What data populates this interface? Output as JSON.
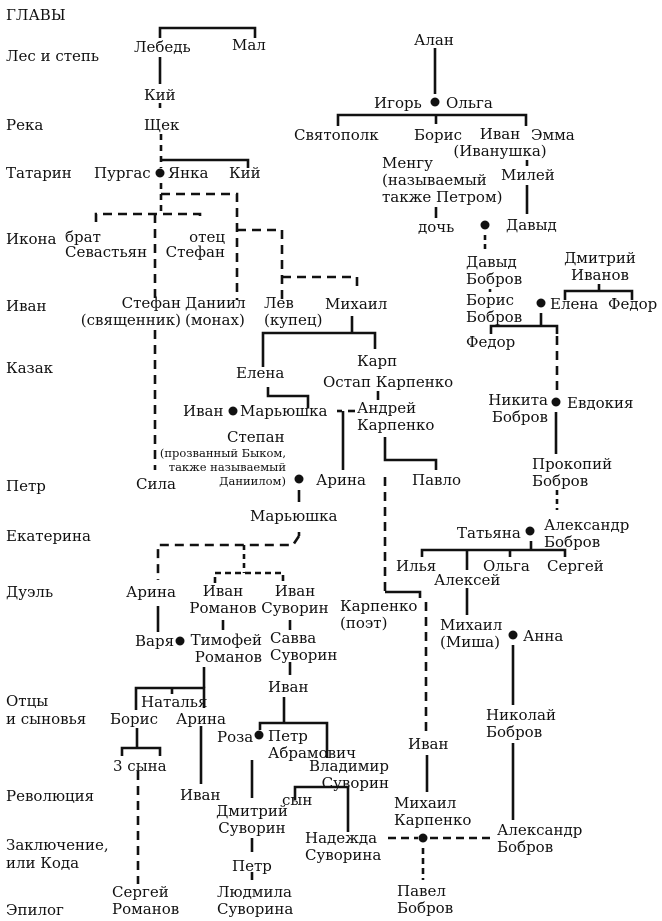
{
  "header": "ГЛАВЫ",
  "chapters": [
    "Лес и степь",
    "Река",
    "Татарин",
    "Икона",
    "Иван",
    "Казак",
    "Петр",
    "Екатерина",
    "Дуэль",
    "Отцы\nи сыновья",
    "Революция",
    "Заключение,\nили Кода",
    "Эпилог"
  ],
  "people": {
    "lebed": "Лебедь",
    "mal": "Мал",
    "kiy1": "Кий",
    "shchek": "Щек",
    "purgas": "Пургас",
    "yanka": "Янка",
    "kiy2": "Кий",
    "brat_sevastyan": "брат\nСевастьян",
    "otets_stefan": "отец\nСтефан",
    "stefan_priest": "Стефан\n(священник)",
    "daniil_monk": "Даниил\n(монах)",
    "lev_merchant": "Лев\n(купец)",
    "mikhail": "Михаил",
    "elena1": "Елена",
    "karp": "Карп",
    "ostap": "Остап Карпенко",
    "ivan1": "Иван",
    "maryushka1": "Марьюшка",
    "andrey": "Андрей\nКарпенко",
    "stepan": "Степан",
    "stepan_note": "(прозванный Быком,\nтакже называемый\nДаниилом)",
    "sila": "Сила",
    "arina1": "Арина",
    "pavlo": "Павло",
    "maryushka2": "Марьюшка",
    "arina2": "Арина",
    "ivan_romanov": "Иван\nРоманов",
    "ivan_suvorin": "Иван\nСуворин",
    "karpenko_poet": "Карпенко\n(поэт)",
    "varya": "Варя",
    "timofey": "Тимофей\nРоманов",
    "savva": "Савва\nСуворин",
    "ivan3": "Иван",
    "natalya": "Наталья",
    "boris2": "Борис",
    "arina3": "Арина",
    "roza": "Роза",
    "petr_abramovich": "Петр\nАбрамович",
    "vladimir": "Владимир\nСуворин",
    "three_sons": "3 сына",
    "ivan4": "Иван",
    "son": "сын",
    "dmitriy_suvorin": "Дмитрий\nСуворин",
    "nadezhda": "Надежда\nСуворина",
    "petr2": "Петр",
    "sergey_romanov": "Сергей\nРоманов",
    "lyudmila": "Людмила\nСуворина",
    "alan": "Алан",
    "igor": "Игорь",
    "olga1": "Ольга",
    "svyatopolk": "Святополк",
    "boris1": "Борис",
    "ivan_ivanushka": "Иван\n(Иванушка)",
    "emma": "Эмма",
    "mengu": "Менгу\n(называемый\nтакже Петром)",
    "miley": "Милей",
    "doch": "дочь",
    "davyd": "Давыд",
    "davyd_bobrov": "Давыд\nБобров",
    "dmitriy_ivanov": "Дмитрий\nИванов",
    "boris_bobrov": "Борис\nБобров",
    "elena2": "Елена",
    "fedor1": "Федор",
    "fedor2": "Федор",
    "nikita": "Никита\nБобров",
    "evdokiya": "Евдокия",
    "prokopiy": "Прокопий\nБобров",
    "tatyana": "Татьяна",
    "aleksandr1": "Александр\nБобров",
    "ilya": "Илья",
    "aleksey": "Алексей",
    "olga2": "Ольга",
    "sergey": "Сергей",
    "mikhail_misha": "Михаил\n(Миша)",
    "anna": "Анна",
    "ivan5": "Иван",
    "nikolay": "Николай\nБобров",
    "mikhail_karpenko": "Михаил\nКарпенко",
    "aleksandr2": "Александр\nБобров",
    "pavel": "Павел\nБобров"
  }
}
